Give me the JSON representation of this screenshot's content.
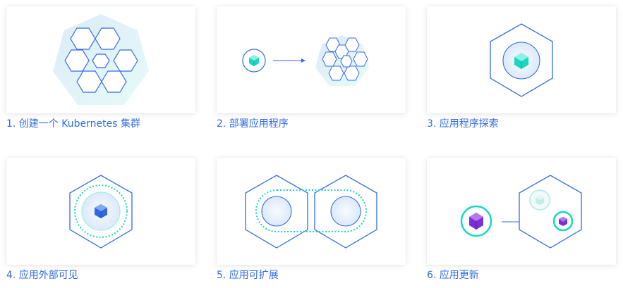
{
  "modules": [
    {
      "label": "1. 创建一个 Kubernetes 集群"
    },
    {
      "label": "2. 部署应用程序"
    },
    {
      "label": "3. 应用程序探索"
    },
    {
      "label": "4. 应用外部可见"
    },
    {
      "label": "5. 应用可扩展"
    },
    {
      "label": "6. 应用更新"
    }
  ],
  "colors": {
    "accent": "#326ce5",
    "teal": "#19d8c0",
    "purple": "#7b2fd4",
    "fill_light": "#e4f0fb"
  },
  "icons": [
    "cluster-icon",
    "deploy-icon",
    "explore-icon",
    "expose-icon",
    "scale-icon",
    "update-icon"
  ]
}
